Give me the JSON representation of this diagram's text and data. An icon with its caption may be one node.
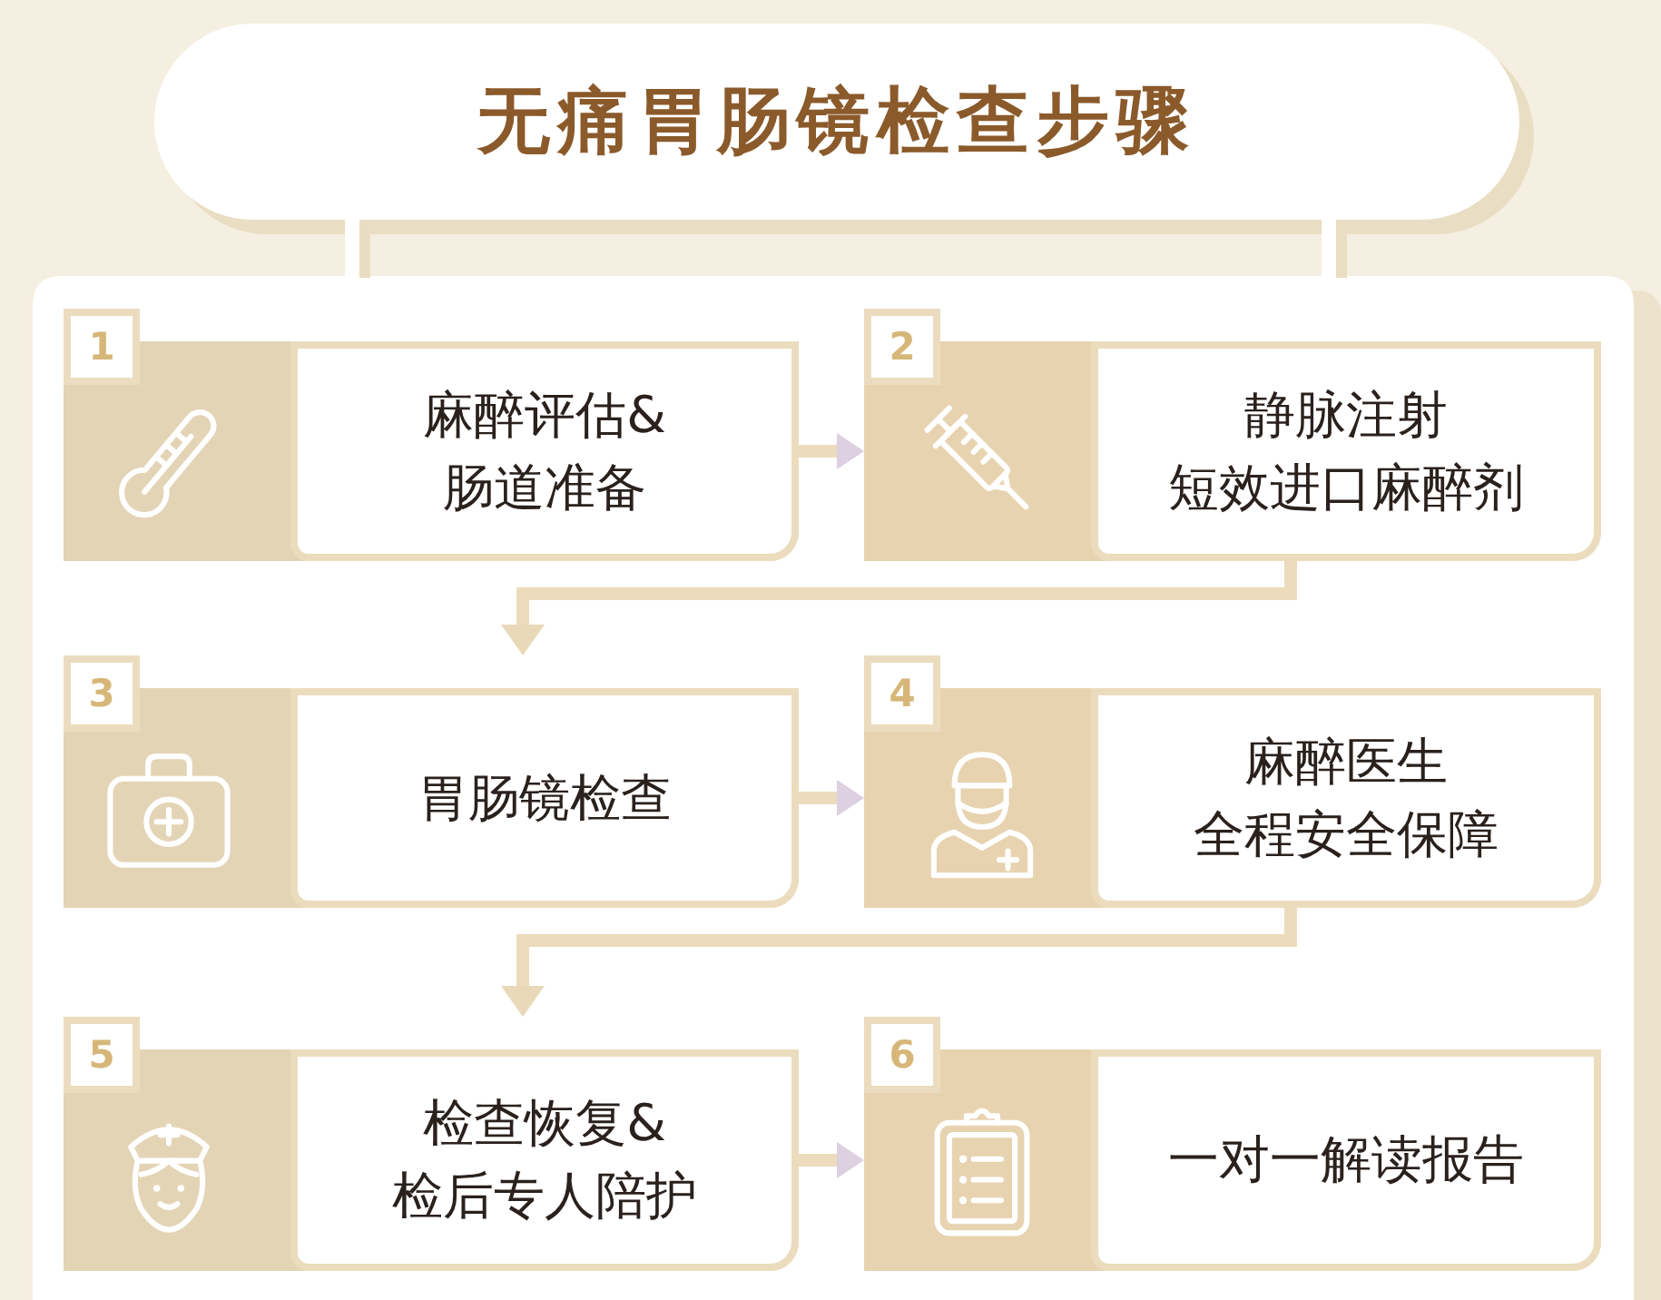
{
  "diagram": {
    "title": "无痛胃肠镜检查步骤",
    "nodes": [
      {
        "text": [
          "1",
          "麻醉评估&肠道准备"
        ]
      },
      {
        "text": [
          "2",
          "静脉注射短效进口麻醉剂"
        ]
      },
      {
        "text": [
          "3",
          "胃肠镜检查"
        ]
      },
      {
        "text": [
          "4",
          "麻醉医生全程安全保障"
        ]
      },
      {
        "text": [
          "5",
          "检查恢复&检后专人陪护"
        ]
      },
      {
        "text": [
          "6",
          "一对一解读报告"
        ]
      }
    ],
    "edges": [
      {
        "from": 0,
        "to": 1,
        "arrow": "to"
      },
      {
        "from": 1,
        "to": 2,
        "arrow": "to"
      },
      {
        "from": 2,
        "to": 3,
        "arrow": "to"
      },
      {
        "from": 3,
        "to": 4,
        "arrow": "to"
      },
      {
        "from": 4,
        "to": 5,
        "arrow": "to"
      }
    ]
  }
}
